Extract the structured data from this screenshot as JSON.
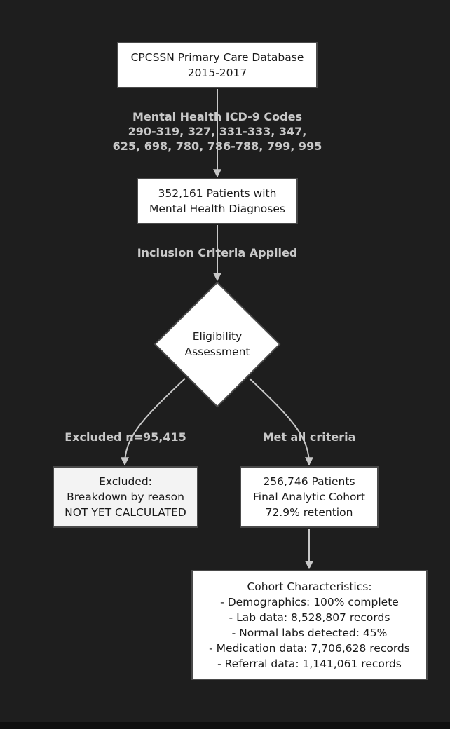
{
  "nodes": {
    "source": {
      "lines": [
        "CPCSSN Primary Care Database",
        "2015-2017"
      ]
    },
    "patients": {
      "lines": [
        "352,161 Patients with",
        "Mental Health Diagnoses"
      ]
    },
    "eligibility": {
      "lines": [
        "Eligibility",
        "Assessment"
      ]
    },
    "excluded": {
      "lines": [
        "Excluded:",
        "Breakdown by reason",
        "NOT YET CALCULATED"
      ]
    },
    "final": {
      "lines": [
        "256,746 Patients",
        "Final Analytic Cohort",
        "72.9% retention"
      ]
    },
    "characteristics": {
      "lines": [
        "Cohort Characteristics:",
        "- Demographics: 100% complete",
        "- Lab data: 8,528,807 records",
        "- Normal labs detected: 45%",
        "- Medication data: 7,706,628 records",
        "- Referral data: 1,141,061 records"
      ]
    }
  },
  "edges": {
    "codes": {
      "lines": [
        "Mental Health ICD-9 Codes",
        "290-319, 327, 331-333, 347,",
        "625, 698, 780, 786-788, 799, 995"
      ]
    },
    "criteria": {
      "lines": [
        "Inclusion Criteria Applied"
      ]
    },
    "excluded": {
      "lines": [
        "Excluded n=95,415"
      ]
    },
    "met": {
      "lines": [
        "Met all criteria"
      ]
    }
  },
  "colors": {
    "background": "#1e1e1e",
    "node_fill": "#ffffff",
    "excluded_fill": "#f3f3f3",
    "node_border": "#4a4a4a",
    "edge": "#c8c8c8",
    "label_text": "#c8c8c8"
  }
}
